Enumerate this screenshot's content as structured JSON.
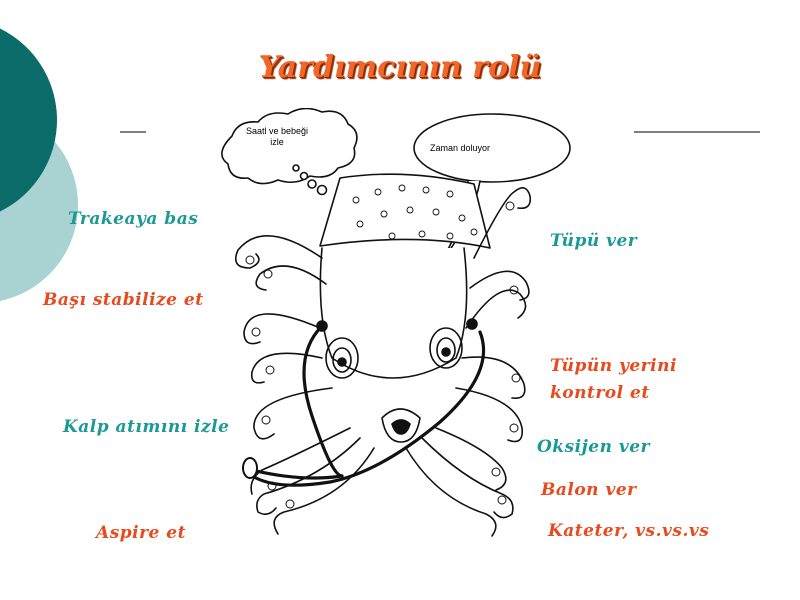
{
  "slide": {
    "title": "Yardımcının rolü",
    "colors": {
      "teal": "#1a9a96",
      "red": "#e9491c",
      "title": "#f2662a",
      "dark_teal": "#0b6b68",
      "light_teal": "#a9d3d2"
    },
    "left_labels": [
      {
        "text": "Trakeaya bas",
        "color": "teal"
      },
      {
        "text": "Başı stabilize et",
        "color": "red"
      },
      {
        "text": "Kalp atımını izle",
        "color": "teal"
      },
      {
        "text": "Aspire et",
        "color": "red"
      }
    ],
    "right_labels": [
      {
        "text": "Tüpü ver",
        "color": "teal"
      },
      {
        "text": "Tüpün yerini",
        "color": "red"
      },
      {
        "text": "kontrol et",
        "color": "red"
      },
      {
        "text": "Oksijen ver",
        "color": "teal"
      },
      {
        "text": "Balon ver",
        "color": "red"
      },
      {
        "text": "Kateter, vs.vs.vs",
        "color": "red"
      }
    ],
    "illustration": {
      "subject": "octopus-with-stethoscope",
      "thought_bubble": "Saatl ve bebeği izle",
      "speech_bubble": "Zaman doluyor"
    }
  }
}
